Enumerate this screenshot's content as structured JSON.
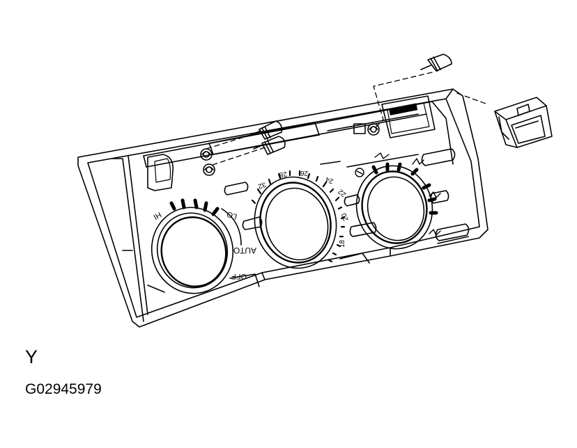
{
  "figure": {
    "letter": "Y",
    "code": "G02945979"
  },
  "panel": {
    "temperature_scale": [
      "18",
      "20",
      "22",
      "24",
      "26",
      "28",
      "32"
    ],
    "fan_labels": [
      "HI",
      "LO",
      "AUTO",
      "OFF"
    ]
  }
}
